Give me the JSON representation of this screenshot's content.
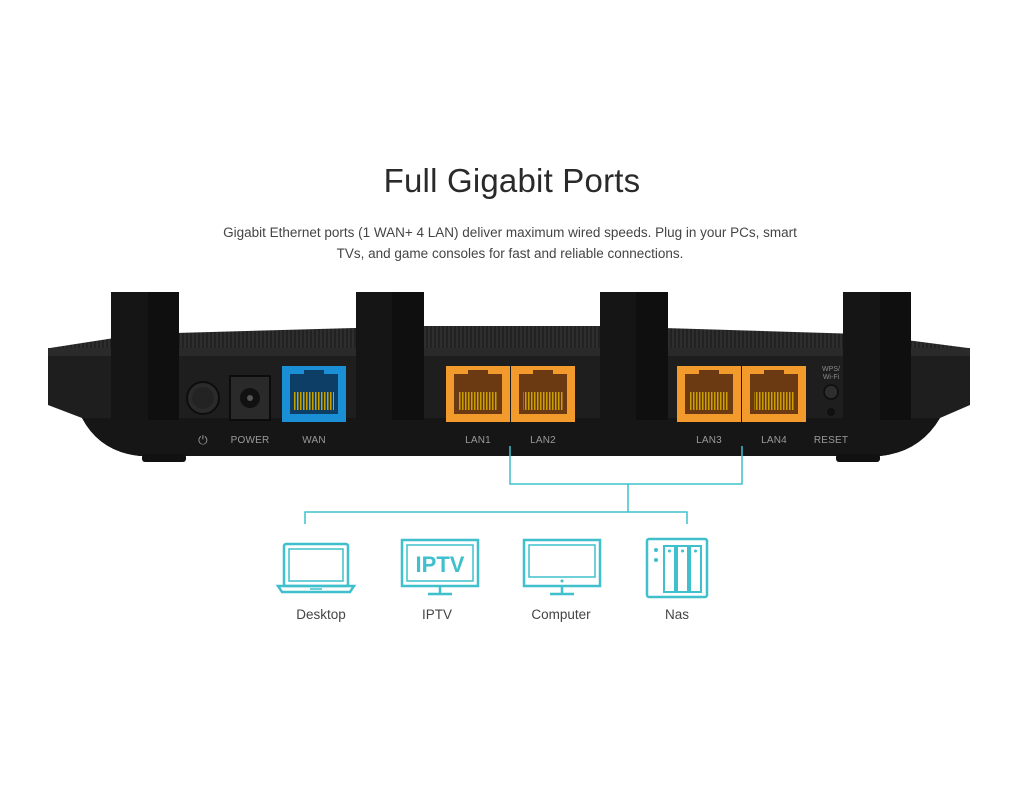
{
  "header": {
    "title": "Full Gigabit Ports",
    "description_line1": "Gigabit Ethernet ports (1 WAN+ 4 LAN) deliver maximum wired speeds. Plug in your PCs, smart",
    "description_line2": "TVs, and game consoles for fast and reliable connections."
  },
  "ports": {
    "power_symbol": "⏻",
    "power": "POWER",
    "wan": "WAN",
    "lan1": "LAN1",
    "lan2": "LAN2",
    "lan3": "LAN3",
    "lan4": "LAN4",
    "reset": "RESET",
    "wps_line1": "WPS/",
    "wps_line2": "Wi-Fi"
  },
  "devices": [
    {
      "label": "Desktop",
      "icon": "laptop-icon"
    },
    {
      "label": "IPTV",
      "icon": "tv-icon",
      "screen_text": "IPTV"
    },
    {
      "label": "Computer",
      "icon": "monitor-icon"
    },
    {
      "label": "Nas",
      "icon": "nas-icon"
    }
  ],
  "colors": {
    "wan_port": "#1b8fd6",
    "lan_port": "#f39a2c",
    "connector_line": "#3fc0cc",
    "router_body": "#1c1c1c"
  }
}
